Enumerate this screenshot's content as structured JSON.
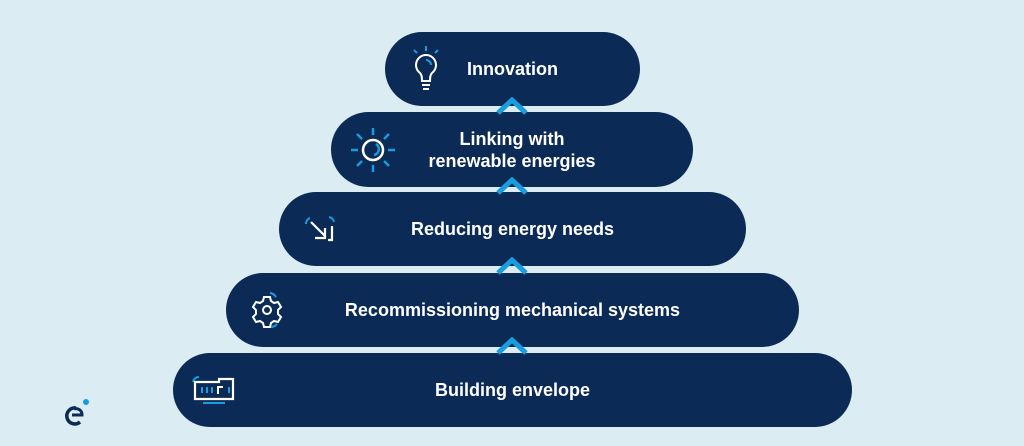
{
  "levels": [
    {
      "label": "Innovation",
      "icon": "lightbulb-icon"
    },
    {
      "label": "Linking with\nrenewable energies",
      "icon": "sun-icon"
    },
    {
      "label": "Reducing energy needs",
      "icon": "arrow-reduce-icon"
    },
    {
      "label": "Recommissioning mechanical systems",
      "icon": "gear-icon"
    },
    {
      "label": "Building envelope",
      "icon": "building-icon"
    }
  ],
  "colors": {
    "background": "#dbecf3",
    "navy": "#0b2a55",
    "accent": "#1a9de0"
  }
}
